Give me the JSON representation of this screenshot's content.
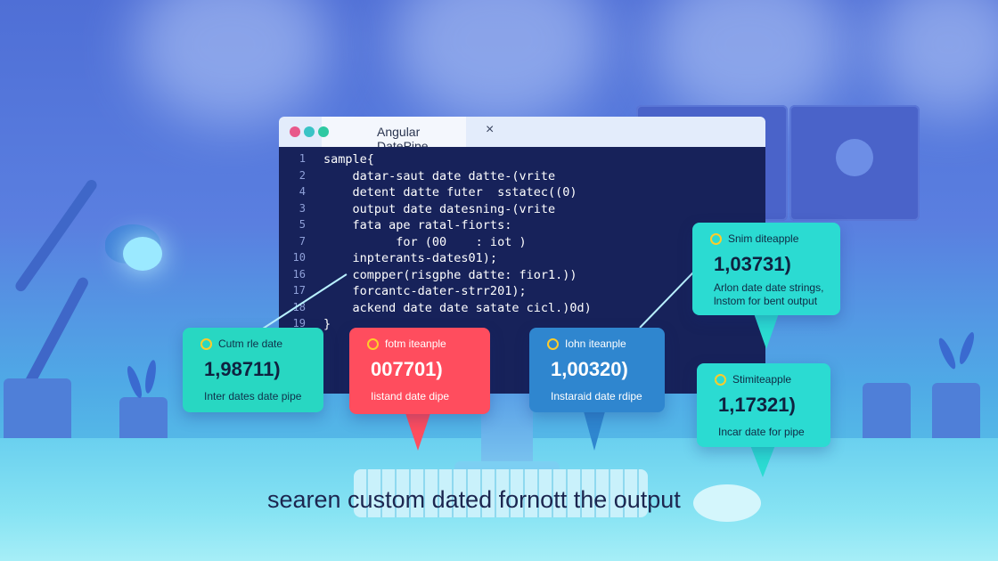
{
  "colors": {
    "code_bg": "#17225a",
    "titlebar_bg": "#e3ecfb",
    "dot_red": "#e8588a",
    "dot_teal": "#39c3c6",
    "dot_green": "#2fc9a2",
    "bubble_teal": "#28d7c2",
    "bubble_red": "#ff4d5e",
    "bubble_blue": "#2f86cf",
    "bubble_aqua": "#2bdbd2"
  },
  "window": {
    "tab_title": "Angular DatePipe",
    "close_glyph": "×"
  },
  "editor": {
    "line_numbers": [
      "1",
      "2",
      "4",
      "3",
      "5",
      "7",
      "10",
      "16",
      "17",
      "18",
      "19"
    ],
    "lines": [
      "sample{",
      "    datar-saut date datte-(vrite",
      "    detent datte futer  sstatec((0)",
      "    output date datesning-(vrite",
      "    fata ape ratal-fiorts:",
      "          for (00    : iot )",
      "    inpterants-dates01);",
      "    compper(risgphe datte: fior1.))",
      "    forcantc-dater-strr201);",
      "    ackend date date satate cicl.)0d)",
      "}"
    ]
  },
  "bubbles": [
    {
      "icon": "info-icon",
      "title": "Cutm rle date",
      "value": "1,98711)",
      "desc": "Inter dates date pipe"
    },
    {
      "icon": "info-icon",
      "title": "fotm iteanple",
      "value": "007701)",
      "desc": "Iistand date dipe"
    },
    {
      "icon": "info-icon",
      "title": "Iohn iteanple",
      "value": "1,00320)",
      "desc": "Instaraid date rdipe"
    },
    {
      "icon": "info-icon",
      "title": "Snim diteapple",
      "value": "1,03731)",
      "desc": "Arlon date date strings,\nlnstom for bent output"
    },
    {
      "icon": "info-icon",
      "title": "Stimiteapple",
      "value": "1,17321)",
      "desc": "Incar date for pipe"
    }
  ],
  "caption": "searen custom dated  fornott the output"
}
